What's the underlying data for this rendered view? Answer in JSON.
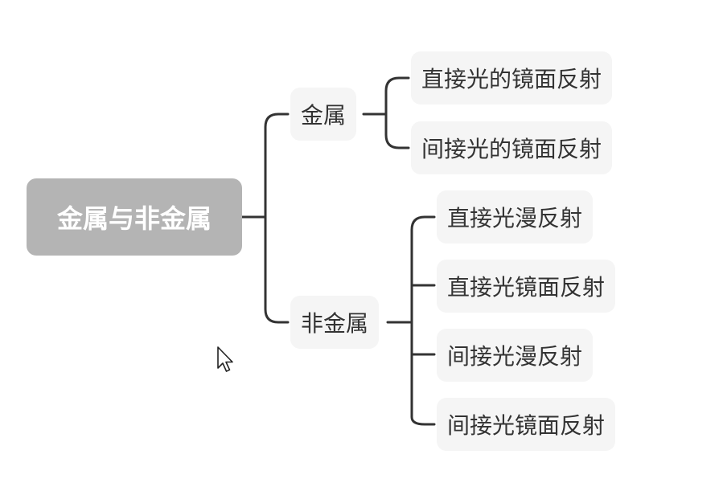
{
  "mindmap": {
    "root": {
      "label": "金属与非金属"
    },
    "branches": [
      {
        "label": "金属",
        "children": [
          {
            "label": "直接光的镜面反射"
          },
          {
            "label": "间接光的镜面反射"
          }
        ]
      },
      {
        "label": "非金属",
        "children": [
          {
            "label": "直接光漫反射"
          },
          {
            "label": "直接光镜面反射"
          },
          {
            "label": "间接光漫反射"
          },
          {
            "label": "间接光镜面反射"
          }
        ]
      }
    ]
  },
  "colors": {
    "root_fill": "#b4b4b4",
    "root_text": "#ffffff",
    "node_fill": "#f5f5f5",
    "node_text": "#333333",
    "connector": "#333333"
  },
  "icons": {
    "pointer": "mouse-pointer-icon"
  }
}
